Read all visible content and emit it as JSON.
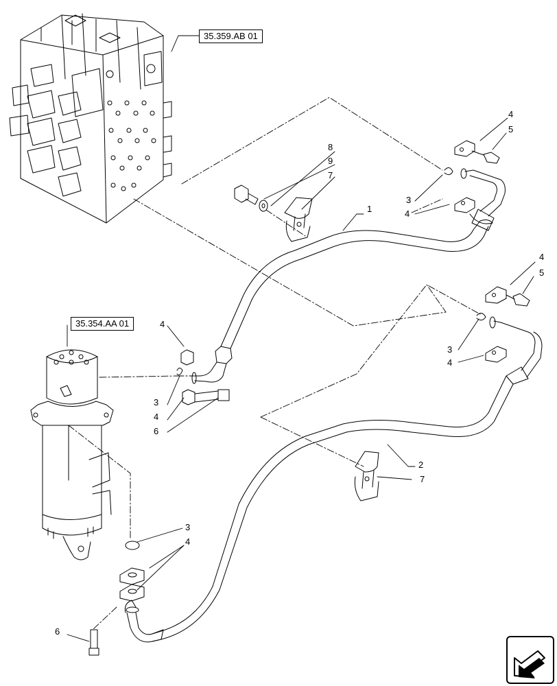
{
  "references": {
    "control_valve": "35.359.AB 01",
    "swivel_joint": "35.354.AA 01"
  },
  "callouts": {
    "pipe_1": "1",
    "pipe_2": "2",
    "o_ring_a": "3",
    "o_ring_b": "3",
    "o_ring_c": "3",
    "o_ring_d": "3",
    "flange_a_top": "4",
    "flange_a_bottom": "4",
    "flange_b_top": "4",
    "flange_b_bottom": "4",
    "flange_c_top": "4",
    "flange_c_bottom": "4",
    "flange_d": "4",
    "bolt_a": "5",
    "bolt_b": "5",
    "bolt_c": "6",
    "bolt_d": "6",
    "clamp_a": "7",
    "clamp_b": "7",
    "clamp_bolt": "8",
    "clamp_washer": "9"
  },
  "icons": {
    "nav": "next-page-arrow-icon"
  }
}
